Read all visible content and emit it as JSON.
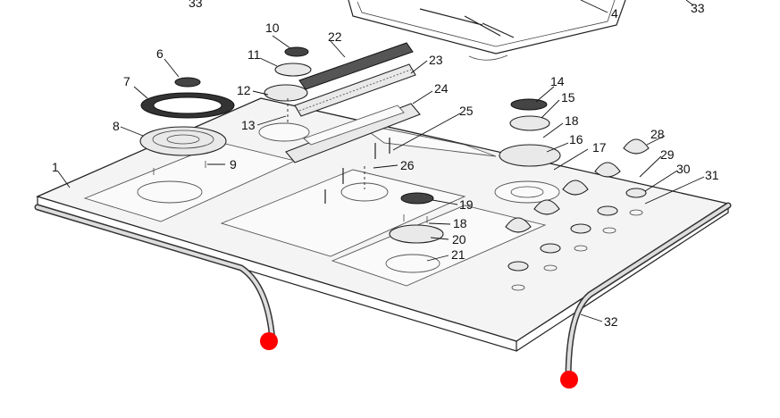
{
  "callouts": {
    "c1": "1",
    "c4": "4",
    "c6": "6",
    "c7": "7",
    "c8": "8",
    "c9": "9",
    "c10": "10",
    "c11": "11",
    "c12": "12",
    "c13": "13",
    "c14": "14",
    "c15": "15",
    "c16": "16",
    "c17": "17",
    "c18a": "18",
    "c18b": "18",
    "c19": "19",
    "c20": "20",
    "c21": "21",
    "c22": "22",
    "c23": "23",
    "c24": "24",
    "c25": "25",
    "c26": "26",
    "c28": "28",
    "c29": "29",
    "c30": "30",
    "c31": "31",
    "c32": "32",
    "c33a": "33",
    "c33b": "33"
  },
  "colors": {
    "marker": "#ff0000",
    "line": "#222222",
    "plate": "#f4f4f4"
  },
  "markers": [
    "red-dot-left",
    "red-dot-right"
  ]
}
